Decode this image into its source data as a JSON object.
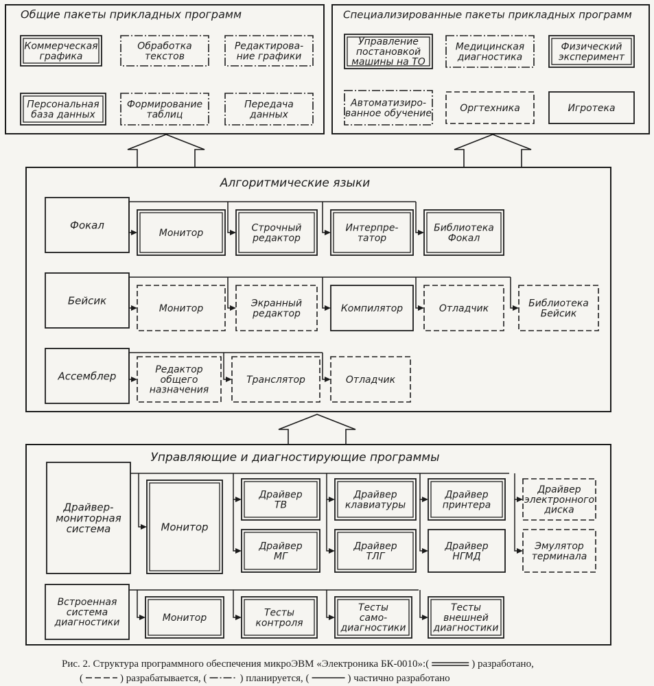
{
  "panels": {
    "general": {
      "title": "Общие пакеты прикладных программ",
      "items": [
        [
          "Коммерческая",
          "графика"
        ],
        [
          "Обработка",
          "текстов"
        ],
        [
          "Редактирова-",
          "ние графики"
        ],
        [
          "Персональная",
          "база данных"
        ],
        [
          "Формирование",
          "таблиц"
        ],
        [
          "Передача",
          "данных"
        ]
      ]
    },
    "special": {
      "title": "Специализированные пакеты прикладных программ",
      "items": [
        [
          "Управление",
          "постановкой",
          "машины на ТО"
        ],
        [
          "Медицинская",
          "диагностика"
        ],
        [
          "Физический",
          "эксперимент"
        ],
        [
          "Автоматизиро-",
          "ванное обучение"
        ],
        [
          "Оргтехника"
        ],
        [
          "Игротека"
        ]
      ]
    },
    "languages": {
      "title": "Алгоритмические языки",
      "rows": [
        {
          "head": [
            "Фокал"
          ],
          "items": [
            [
              "Монитор"
            ],
            [
              "Строчный",
              "редактор"
            ],
            [
              "Интерпре-",
              "татор"
            ],
            [
              "Библиотека",
              "Фокал"
            ]
          ]
        },
        {
          "head": [
            "Бейсик"
          ],
          "items": [
            [
              "Монитор"
            ],
            [
              "Экранный",
              "редактор"
            ],
            [
              "Компилятор"
            ],
            [
              "Отладчик"
            ],
            [
              "Библиотека",
              "Бейсик"
            ]
          ]
        },
        {
          "head": [
            "Ассемблер"
          ],
          "items": [
            [
              "Редактор",
              "общего",
              "назначения"
            ],
            [
              "Транслятор"
            ],
            [
              "Отладчик"
            ]
          ]
        }
      ]
    },
    "control": {
      "title": "Управляющие и диагностирующие программы",
      "driver_head": [
        "Драйвер-",
        "мониторная",
        "система"
      ],
      "monitor": [
        "Монитор"
      ],
      "drivers_top": [
        [
          "Драйвер",
          "ТВ"
        ],
        [
          "Драйвер",
          "клавиатуры"
        ],
        [
          "Драйвер",
          "принтера"
        ],
        [
          "Драйвер",
          "электронного",
          "диска"
        ]
      ],
      "drivers_bottom": [
        [
          "Драйвер",
          "МГ"
        ],
        [
          "Драйвер",
          "ТЛГ"
        ],
        [
          "Драйвер",
          "НГМД"
        ],
        [
          "Эмулятор",
          "терминала"
        ]
      ],
      "diag_head": [
        "Встроенная",
        "система",
        "диагностики"
      ],
      "diag_items": [
        [
          "Монитор"
        ],
        [
          "Тесты",
          "контроля"
        ],
        [
          "Тесты",
          "само-",
          "диагностики"
        ],
        [
          "Тесты",
          "внешней",
          "диагностики"
        ]
      ]
    }
  },
  "caption": {
    "line1_parts": [
      "Рис. 2. Структура программного обеспечения микроЭВМ «Электроника БК-0010»:(",
      ") разработано,"
    ],
    "line2_parts": [
      "(",
      ") разрабатывается, (",
      ") планируется, (",
      ") частично разработано"
    ]
  }
}
